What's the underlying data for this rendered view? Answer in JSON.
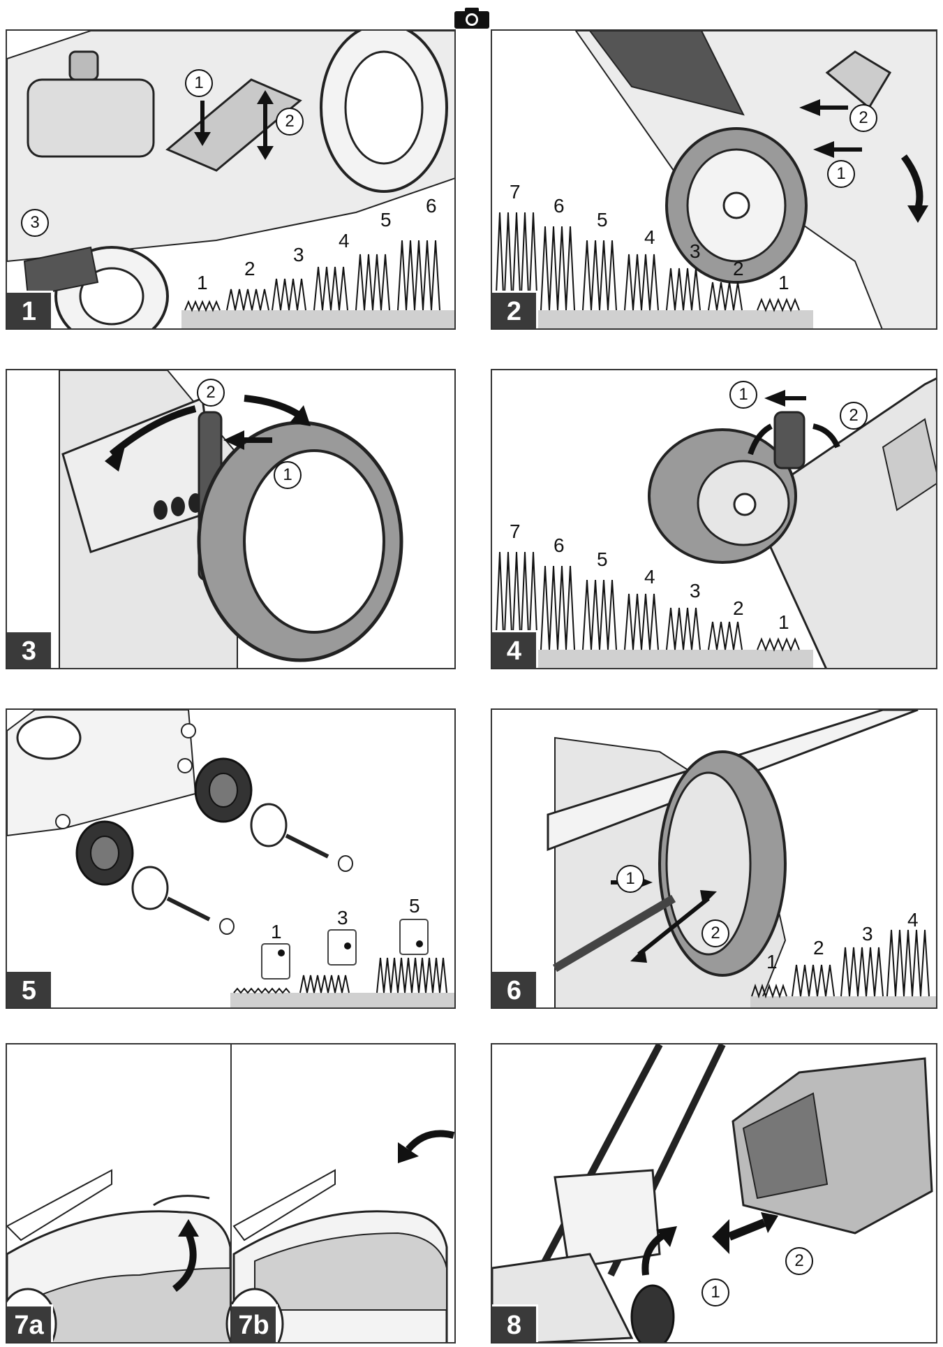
{
  "panels": {
    "p1": {
      "label": "1",
      "callouts": [
        "1",
        "2",
        "3"
      ],
      "heights": [
        "1",
        "2",
        "3",
        "4",
        "5",
        "6"
      ]
    },
    "p2": {
      "label": "2",
      "callouts": [
        "1",
        "2"
      ],
      "heights": [
        "7",
        "6",
        "5",
        "4",
        "3",
        "2",
        "1"
      ]
    },
    "p3": {
      "label": "3",
      "callouts": [
        "1",
        "2"
      ]
    },
    "p4": {
      "label": "4",
      "callouts": [
        "1",
        "2"
      ],
      "heights": [
        "7",
        "6",
        "5",
        "4",
        "3",
        "2",
        "1"
      ]
    },
    "p5": {
      "label": "5",
      "heights": [
        "1",
        "3",
        "5"
      ]
    },
    "p6": {
      "label": "6",
      "callouts": [
        "1",
        "2"
      ],
      "heights": [
        "1",
        "2",
        "3",
        "4"
      ]
    },
    "p7a": {
      "label": "7a"
    },
    "p7b": {
      "label": "7b"
    },
    "p8": {
      "label": "8",
      "callouts": [
        "1",
        "2"
      ]
    }
  },
  "icons": {
    "top": "camera-icon"
  },
  "colors": {
    "border": "#333333",
    "badge": "#3a3a3a",
    "ground": "#d0d0d0",
    "mower_fill": "#e6e6e6",
    "tire": "#9a9a9a"
  }
}
